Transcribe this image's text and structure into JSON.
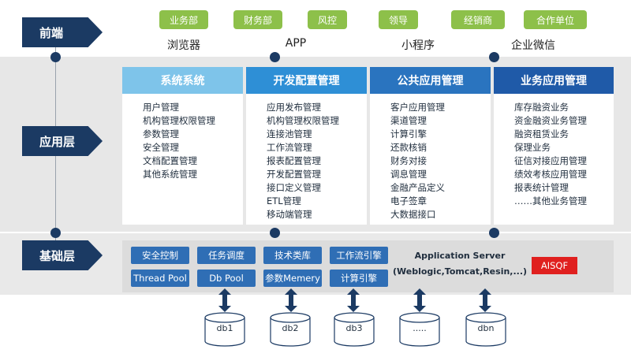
{
  "layers": {
    "front": "前端",
    "app": "应用层",
    "base": "基础层"
  },
  "users": [
    "业务部",
    "财务部",
    "风控",
    "领导",
    "经销商",
    "合作单位"
  ],
  "clients": [
    "浏览器",
    "APP",
    "小程序",
    "企业微信"
  ],
  "panels": [
    {
      "title": "系统系统",
      "items": [
        "用户管理",
        "机构管理权限管理",
        "参数管理",
        "安全管理",
        "文档配置管理",
        "其他系统管理"
      ]
    },
    {
      "title": "开发配置管理",
      "items": [
        "应用发布管理",
        "机构管理权限管理",
        "连接池管理",
        "工作流管理",
        "报表配置管理",
        "开发配置管理",
        "接口定义管理",
        "ETL管理",
        "移动端管理"
      ]
    },
    {
      "title": "公共应用管理",
      "items": [
        "客户应用管理",
        "渠道管理",
        "计算引擎",
        "还款核销",
        "财务对接",
        "调息管理",
        "金融产品定义",
        "电子签章",
        "大数据接口"
      ]
    },
    {
      "title": "业务应用管理",
      "items": [
        "库存融资业务",
        "资金融资业务管理",
        "融资租赁业务",
        "保理业务",
        "征信对接应用管理",
        "绩效考核应用管理",
        "报表统计管理",
        "……其他业务管理"
      ]
    }
  ],
  "base": {
    "buttons": [
      "安全控制",
      "任务调度",
      "技术类库",
      "工作流引擎",
      "Thread Pool",
      "Db Pool",
      "参数Memery",
      "计算引擎"
    ],
    "server_line1": "Application Server",
    "server_line2": "(Weblogic,Tomcat,Resin,...)",
    "aisqf": "AISQF"
  },
  "databases": [
    "db1",
    "db2",
    "db3",
    ".....",
    "dbn"
  ],
  "colors": {
    "navy": "#1b3a63",
    "green": "#8dc04a",
    "panel1": "#7ec4ea",
    "panel2": "#2e8fd6",
    "panel3": "#2a74bf",
    "panel4": "#1f5aa8",
    "base_button": "#2f6eb5",
    "aisqf": "#e0201f"
  }
}
